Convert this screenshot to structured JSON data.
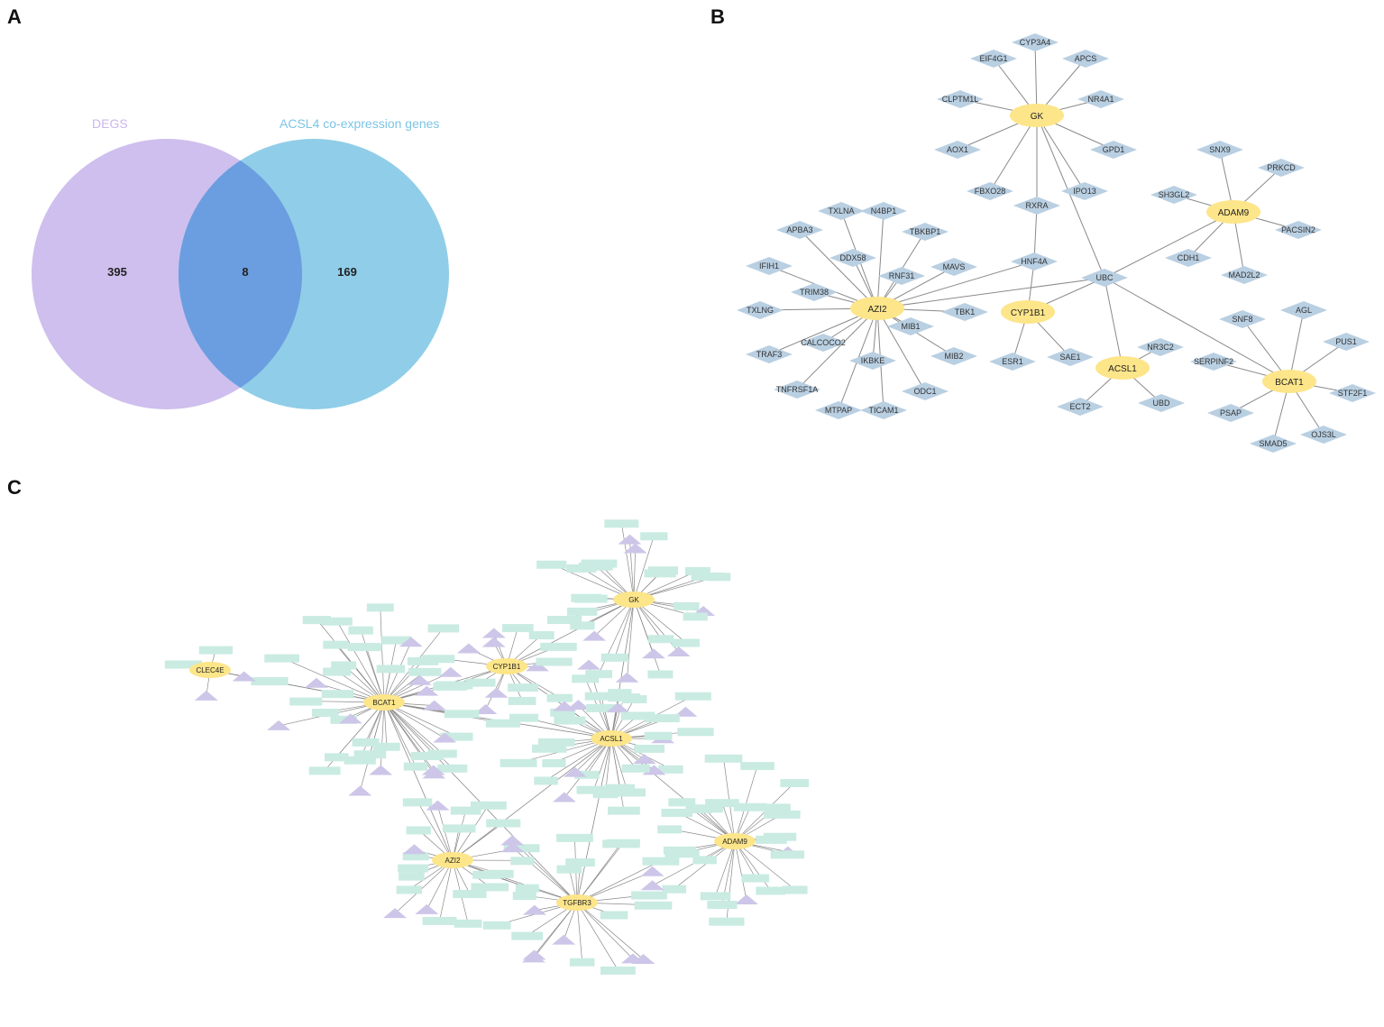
{
  "panel_letters": {
    "a": "A",
    "b": "B",
    "c": "C"
  },
  "colors": {
    "venn_left": "#c9b8ec",
    "venn_right": "#7cc4e4",
    "venn_overlap": "#6b9ee0",
    "hub": "#fde58a",
    "diamond": "#b9cfe2",
    "mirna": "#c9ebe2",
    "tf": "#cdc6e8",
    "edge": "#8a8a8a"
  },
  "venn": {
    "left_label": "DEGS",
    "right_label": "ACSL4 co-expression genes",
    "left_count": "395",
    "overlap_count": "8",
    "right_count": "169"
  },
  "ppi": {
    "hubs": [
      "GK",
      "AZI2",
      "ADAM9",
      "CYP1B1",
      "ACSL1",
      "BCAT1"
    ],
    "nodes": [
      "CYP3A4",
      "EIF4G1",
      "APCS",
      "CLPTM1L",
      "NR4A1",
      "AOX1",
      "GPD1",
      "FBXO28",
      "IPO13",
      "RXRA",
      "HNF4A",
      "UBC",
      "SNX9",
      "PRKCD",
      "SH3GL2",
      "PACSIN2",
      "CDH1",
      "MAD2L2",
      "TXLNA",
      "N4BP1",
      "APBA3",
      "TBKBP1",
      "DDX58",
      "IFIH1",
      "RNF31",
      "MAVS",
      "TRIM38",
      "TXLNG",
      "TBK1",
      "MIB1",
      "CALCOCO2",
      "TRAF3",
      "IKBKE",
      "MIB2",
      "TNFRSF1A",
      "MTPAP",
      "TICAM1",
      "ODC1",
      "ESR1",
      "SAE1",
      "NR3C2",
      "ECT2",
      "UBD",
      "SNF8",
      "AGL",
      "PUS1",
      "SERPINF2",
      "STF2F1",
      "PSAP",
      "SMAD5",
      "OJS3L"
    ]
  },
  "regnet": {
    "hubs": [
      "GK",
      "CYP1B1",
      "BCAT1",
      "CLEC4E",
      "ACSL1",
      "AZI2",
      "TGFBR3",
      "ADAM9"
    ]
  }
}
